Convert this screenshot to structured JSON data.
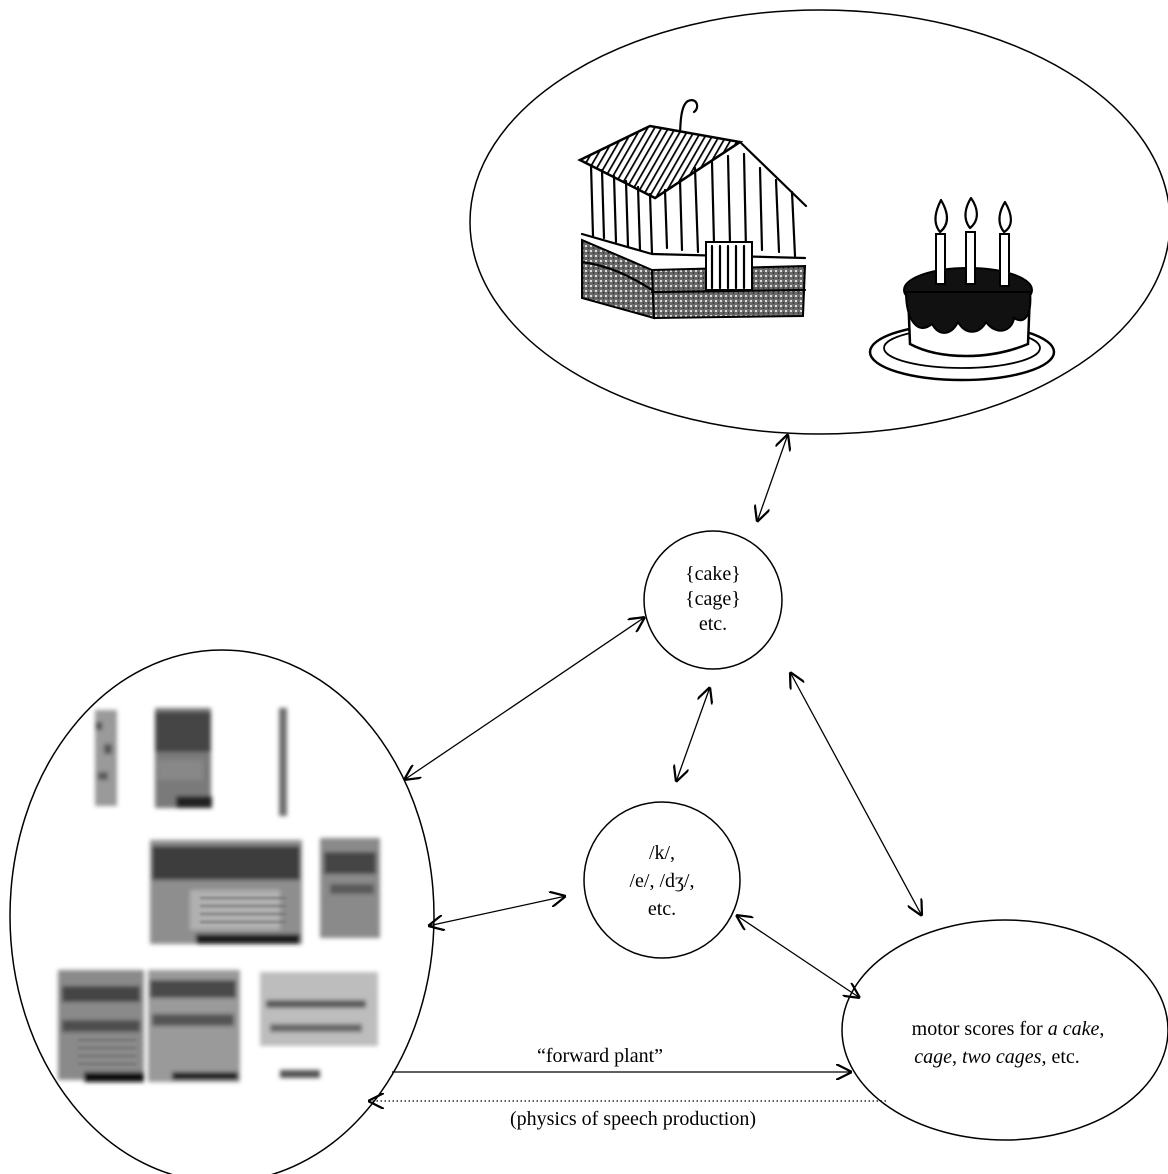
{
  "morpheme_node": {
    "lines": [
      "{cake}",
      "{cage}",
      "etc."
    ]
  },
  "phoneme_node": {
    "lines": [
      "/k/,",
      "/e/, /dʒ/,",
      "etc."
    ]
  },
  "motor_node": {
    "line1_prefix": "motor scores for ",
    "line1_italic": "a cake",
    "line1_suffix": ",",
    "line2_italic_a": "cage",
    "line2_mid": ", ",
    "line2_italic_b": "two cages",
    "line2_suffix": ", etc."
  },
  "forward_plant_label": "“forward plant”",
  "physics_label": "(physics of speech production)",
  "meaning_node": {
    "icons": [
      "birdcage-drawing",
      "birthday-cake-drawing"
    ]
  },
  "acoustic_node": {
    "icons": [
      "spectrogram-image"
    ]
  }
}
